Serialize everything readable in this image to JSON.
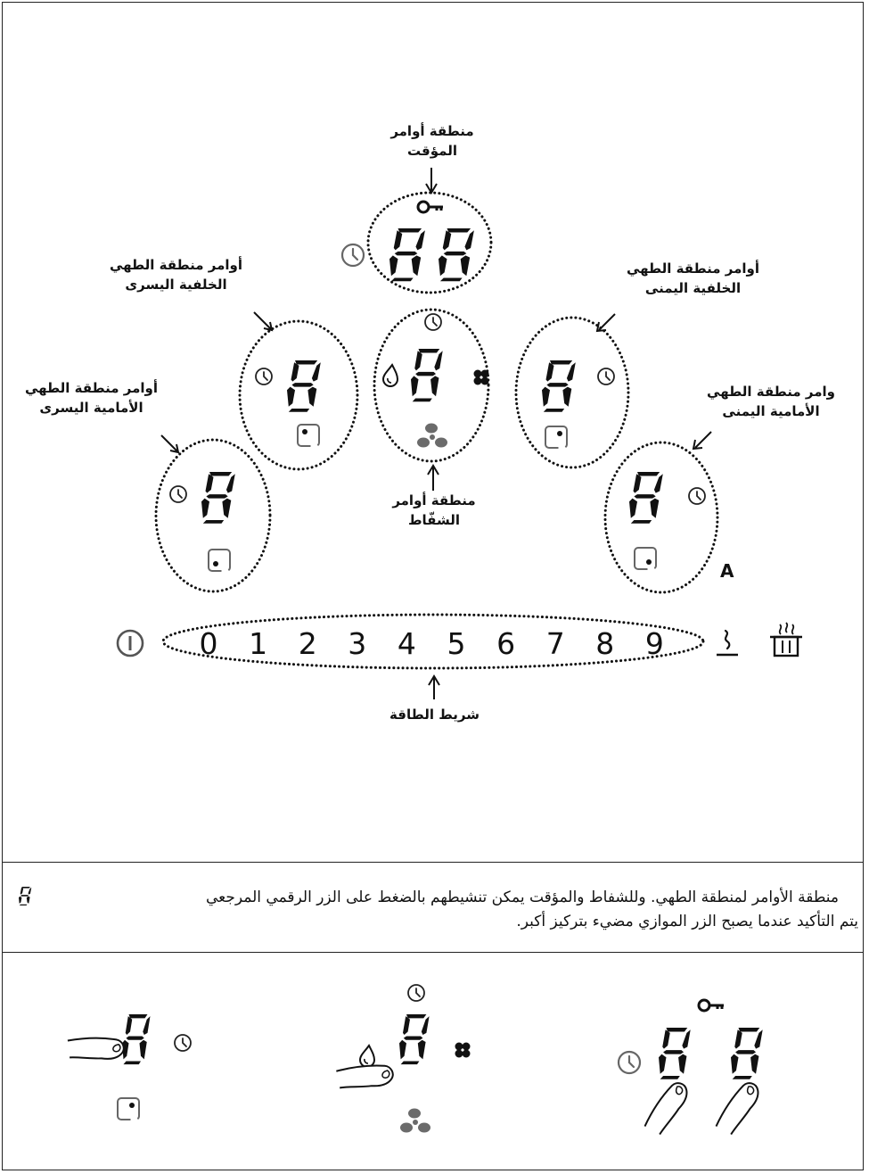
{
  "labels": {
    "timer_zone": "منطقة أوامر\nالمؤقت",
    "rear_left": "أوامر منطقة الطهي\nالخلفية اليسرى",
    "rear_right": "أوامر منطقة الطهي\nالخلفية اليمنى",
    "front_left": "أوامر منطقة الطهي\nالأمامية اليسرى",
    "front_right": "وامر منطقة الطهي\nالأمامية اليمنى",
    "hood_zone": "منطقة أوامر\nالشفّاط",
    "power_bar": "شريط الطاقة"
  },
  "power_levels": [
    "0",
    "1",
    "2",
    "3",
    "4",
    "5",
    "6",
    "7",
    "8",
    "9"
  ],
  "auto_letter": "A",
  "description": {
    "line1": "منطقة الأوامر لمنطقة الطهي. وللشفاط والمؤقت يمكن تنشيطهم بالضغط على الزر الرقمي المرجعي",
    "line2": "يتم التأكيد عندما يصبح الزر الموازي مضيء بتركيز أكبر."
  },
  "icons": [
    "power-icon",
    "clock-icon",
    "key-lock-icon",
    "fan-icon",
    "boost-icon",
    "drop-icon",
    "cooking-zone-icon",
    "keep-warm-icon",
    "pot-steam-icon",
    "finger-press-icon",
    "digit-display"
  ],
  "colors": {
    "line": "#111111",
    "icon_gray": "#555555",
    "fan_gray": "#6b6b6b"
  }
}
